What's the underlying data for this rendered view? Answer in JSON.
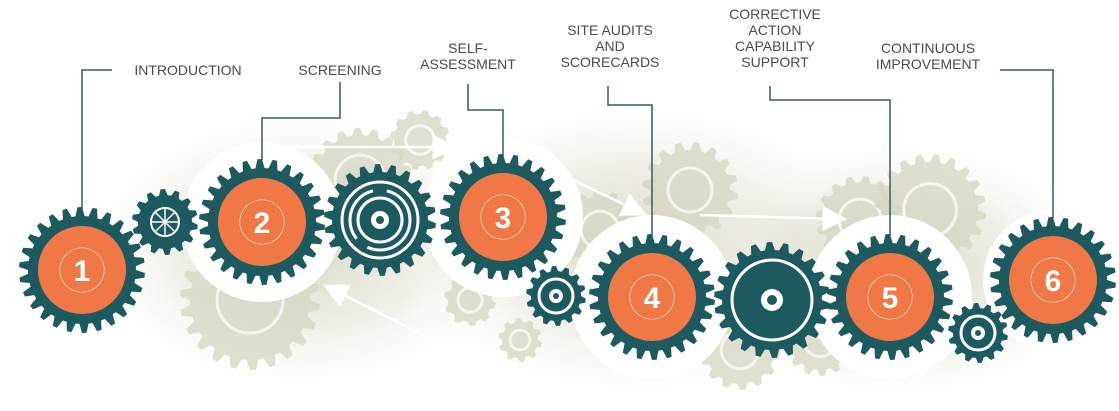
{
  "colors": {
    "teal": "#1d5a5f",
    "orange": "#ef7846",
    "ghost_gear": "#d6d5c3",
    "line": "#2f5f63",
    "arrow": "#ffffff",
    "label": "#4a4a4a"
  },
  "steps": [
    {
      "number": "1",
      "label": "INTRODUCTION"
    },
    {
      "number": "2",
      "label": "SCREENING"
    },
    {
      "number": "3",
      "label": "SELF-\nASSESSMENT"
    },
    {
      "number": "4",
      "label": "SITE AUDITS\nAND\nSCORECARDS"
    },
    {
      "number": "5",
      "label": "CORRECTIVE\nACTION\nCAPABILITY\nSUPPORT"
    },
    {
      "number": "6",
      "label": "CONTINUOUS\nIMPROVEMENT"
    }
  ]
}
